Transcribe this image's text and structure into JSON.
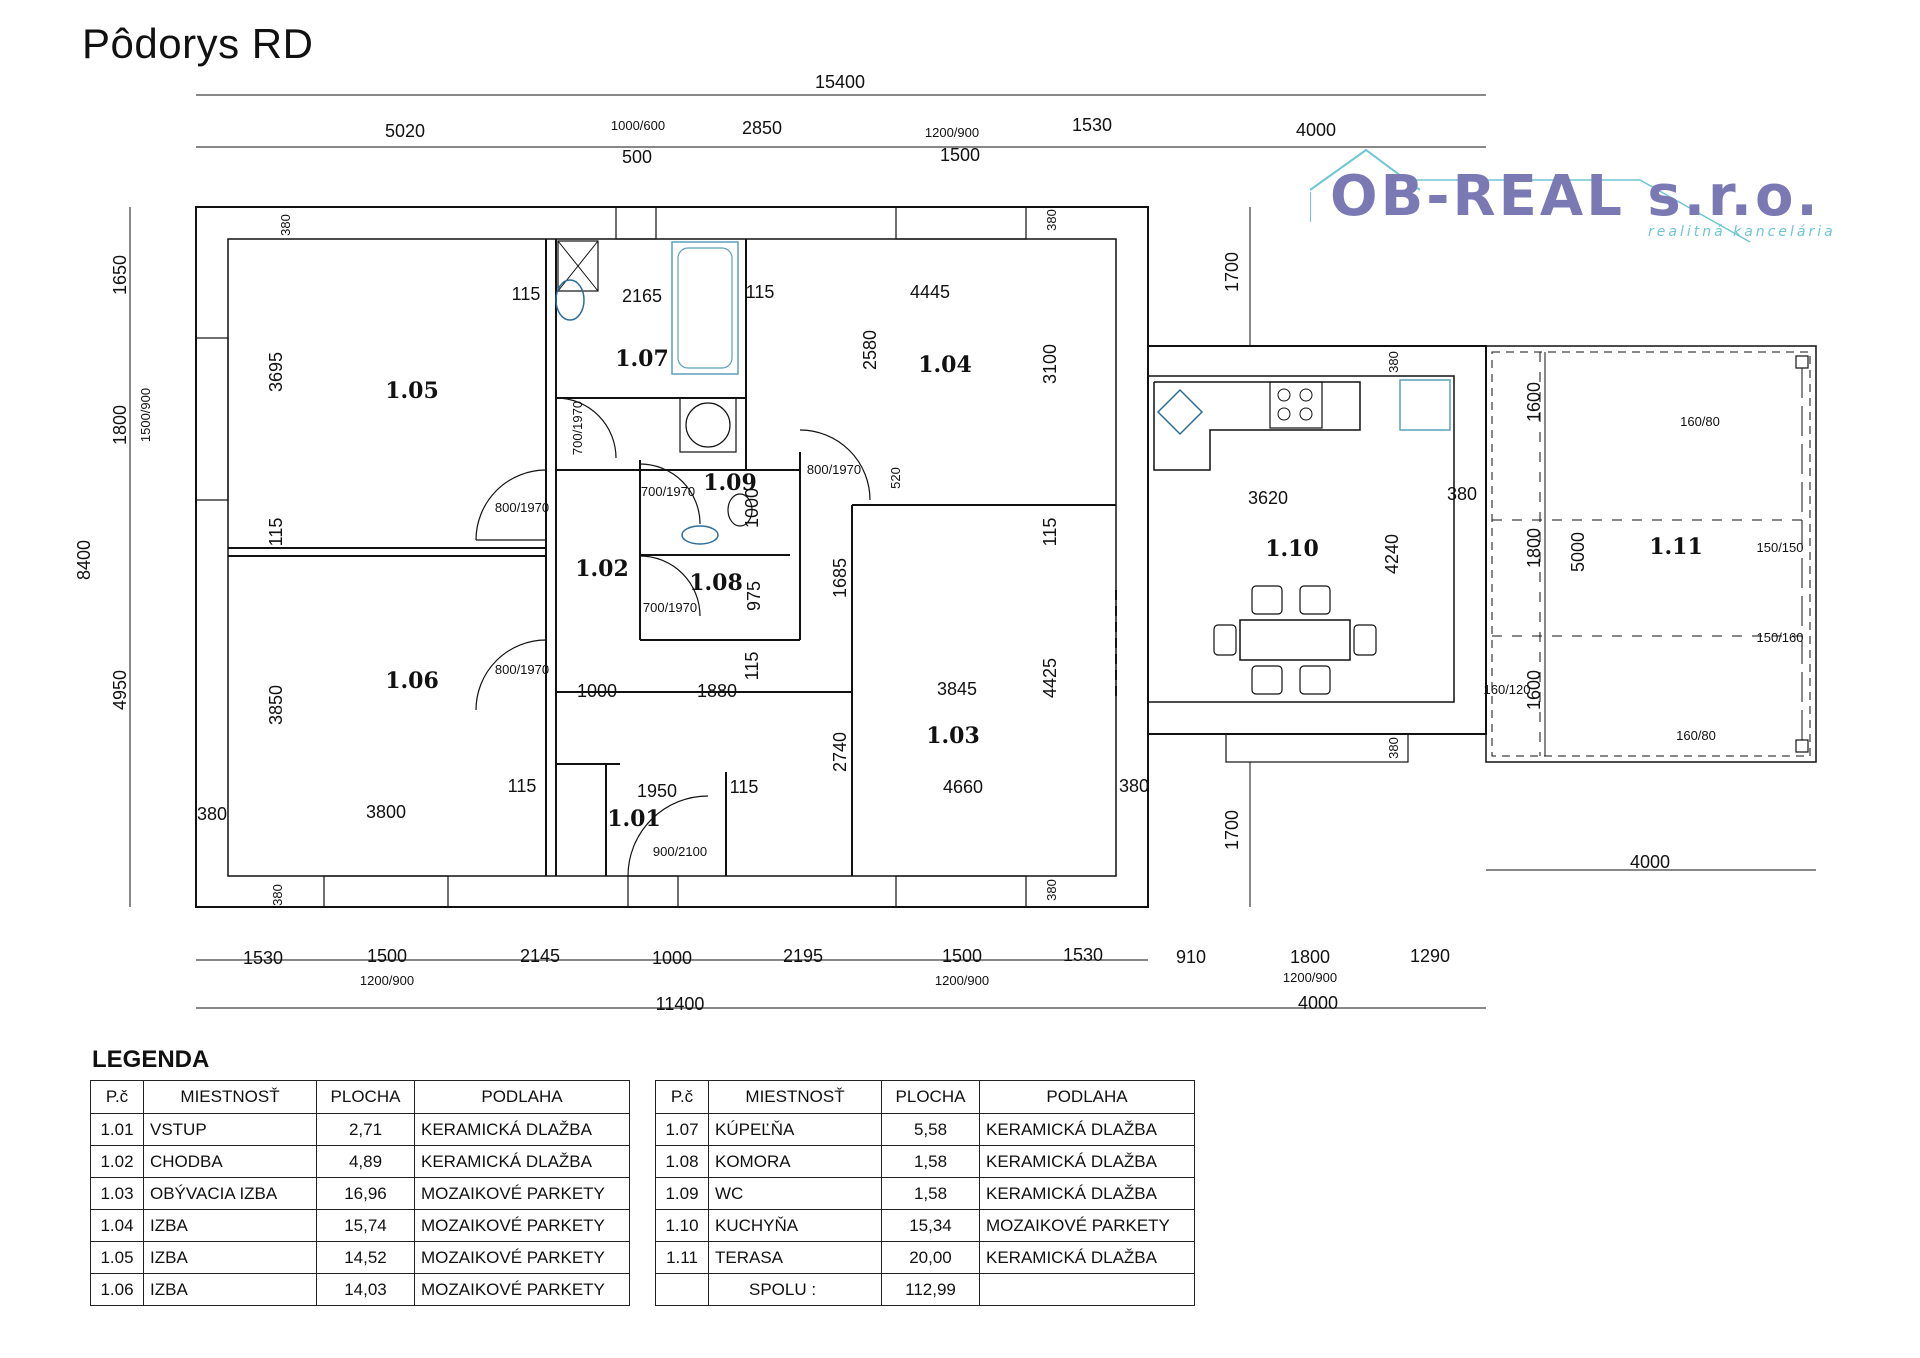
{
  "title": "Pôdorys RD",
  "logo": {
    "name": "OB-REAL s.r.o.",
    "tagline": "realitná kancelária",
    "color_main": "#7b79b4",
    "color_accent": "#6ec5d6"
  },
  "dimensions": {
    "top_total": "15400",
    "top_segments": [
      "5020",
      "2850",
      "1530",
      "4000"
    ],
    "top_sub": [
      "500",
      "1500"
    ],
    "top_window_labels": [
      "1000/600",
      "1200/900"
    ],
    "left_total": "8400",
    "left_segments": [
      "1650",
      "1800",
      "4950"
    ],
    "left_window_label": "1500/900",
    "bottom_segments": [
      "1530",
      "1500",
      "2145",
      "1000",
      "2195",
      "1500",
      "1530",
      "910",
      "1800",
      "1290"
    ],
    "bottom_window_labels": [
      "1200/900",
      "1200/900",
      "1200/900"
    ],
    "bottom_total_left": "11400",
    "bottom_total_right": "4000",
    "right_terrace_total": "4000",
    "terrace_vertical": [
      "1600",
      "1800",
      "1600"
    ],
    "terrace_total_vertical": "5000",
    "kitchen_offsets": [
      "1700",
      "1700"
    ],
    "interior": {
      "wall_380": "380",
      "wall_115": "115",
      "room_105_h": "3695",
      "room_107_w": "2165",
      "room_104_w": "4445",
      "room_104_h1": "2580",
      "room_104_h2": "3100",
      "room_110_w": "3620",
      "room_110_h": "4240",
      "room_106_h": "3850",
      "room_106_w": "3800",
      "room_102_a": "1000",
      "room_102_b": "1880",
      "room_103_w1": "3845",
      "room_103_w2": "4660",
      "room_103_h1": "1685",
      "room_103_h2": "2740",
      "room_103_h3": "4425",
      "room_101_w": "1950",
      "d_975": "975",
      "d_1000": "1000",
      "d_520": "520"
    },
    "doors": [
      "700/1970",
      "800/1970",
      "700/1970",
      "700/1970",
      "800/1970",
      "800/1970",
      "900/2100"
    ],
    "terrace_labels": [
      "160/80",
      "160/80",
      "150/150",
      "150/160",
      "160/120"
    ]
  },
  "rooms": [
    "1.01",
    "1.02",
    "1.03",
    "1.04",
    "1.05",
    "1.06",
    "1.07",
    "1.08",
    "1.09",
    "1.10",
    "1.11"
  ],
  "legend": {
    "title": "LEGENDA",
    "headers": [
      "P.č",
      "MIESTNOSŤ",
      "PLOCHA",
      "PODLAHA"
    ],
    "left_rows": [
      [
        "1.01",
        "VSTUP",
        "2,71",
        "KERAMICKÁ DLAŽBA"
      ],
      [
        "1.02",
        "CHODBA",
        "4,89",
        "KERAMICKÁ DLAŽBA"
      ],
      [
        "1.03",
        "OBÝVACIA IZBA",
        "16,96",
        "MOZAIKOVÉ PARKETY"
      ],
      [
        "1.04",
        "IZBA",
        "15,74",
        "MOZAIKOVÉ PARKETY"
      ],
      [
        "1.05",
        "IZBA",
        "14,52",
        "MOZAIKOVÉ PARKETY"
      ],
      [
        "1.06",
        "IZBA",
        "14,03",
        "MOZAIKOVÉ PARKETY"
      ]
    ],
    "right_rows": [
      [
        "1.07",
        "KÚPEĽŇA",
        "5,58",
        "KERAMICKÁ DLAŽBA"
      ],
      [
        "1.08",
        "KOMORA",
        "1,58",
        "KERAMICKÁ DLAŽBA"
      ],
      [
        "1.09",
        "WC",
        "1,58",
        "KERAMICKÁ DLAŽBA"
      ],
      [
        "1.10",
        "KUCHYŇA",
        "15,34",
        "MOZAIKOVÉ PARKETY"
      ],
      [
        "1.11",
        "TERASA",
        "20,00",
        "KERAMICKÁ DLAŽBA"
      ],
      [
        "",
        "SPOLU :",
        "112,99",
        ""
      ]
    ]
  }
}
